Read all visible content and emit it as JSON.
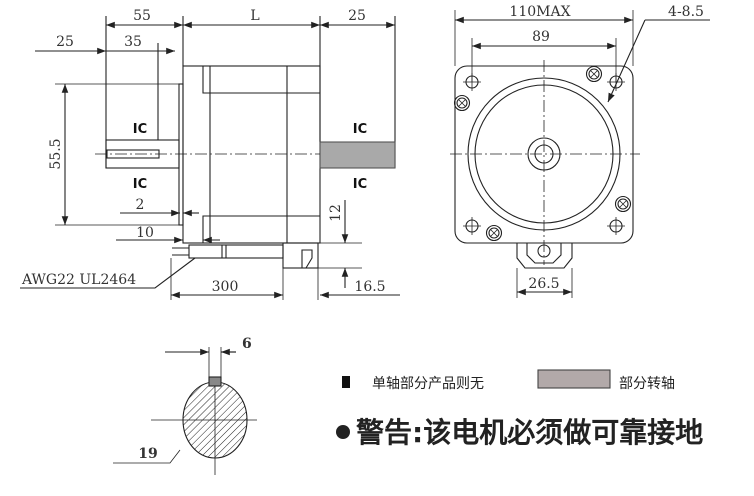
{
  "side_view": {
    "dim_55": "55",
    "dim_L": "L",
    "dim_25_top": "25",
    "dim_25_left": "25",
    "dim_35": "35",
    "dim_55_5": "55.5",
    "dim_2": "2",
    "dim_10": "10",
    "dim_12": "12",
    "dim_300": "300",
    "dim_16_5": "16.5",
    "cable_label": "AWG22 UL2464",
    "ic_labels": [
      "IC",
      "IC",
      "IC",
      "IC"
    ]
  },
  "front_view": {
    "dim_110max": "110MAX",
    "dim_89": "89",
    "dim_holes": "4-8.5",
    "dim_26_5": "26.5"
  },
  "shaft_section": {
    "dim_6": "6",
    "dim_19": "19"
  },
  "legend": {
    "black_square_note": "单轴部分产品则无",
    "grey_rect_note": "部分转轴",
    "warning": "警告:该电机必须做可靠接地"
  },
  "colors": {
    "shaft_grey": "#a9a9a9",
    "legend_grey": "#b2a9a9"
  }
}
